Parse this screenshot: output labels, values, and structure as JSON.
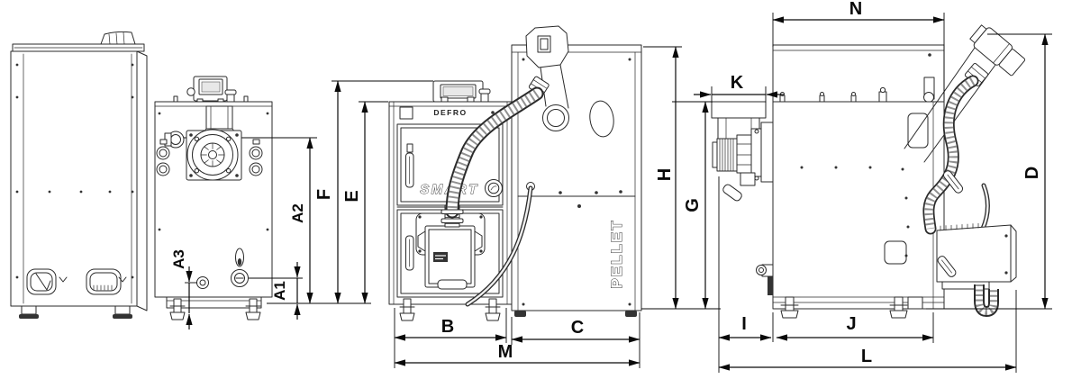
{
  "colors": {
    "background": "#ffffff",
    "linework": "#2a2a2a",
    "dimension_lines": "#0a0a0a"
  },
  "branding": {
    "controller_logo": "DEFRO",
    "model_logo": "SMART",
    "hopper_logo": "PELLET"
  },
  "dimensions": {
    "A1": "A1",
    "A2": "A2",
    "A3": "A3",
    "B": "B",
    "C": "C",
    "D": "D",
    "E": "E",
    "F": "F",
    "G": "G",
    "H": "H",
    "I": "I",
    "J": "J",
    "K": "K",
    "L": "L",
    "M": "M",
    "N": "N"
  }
}
